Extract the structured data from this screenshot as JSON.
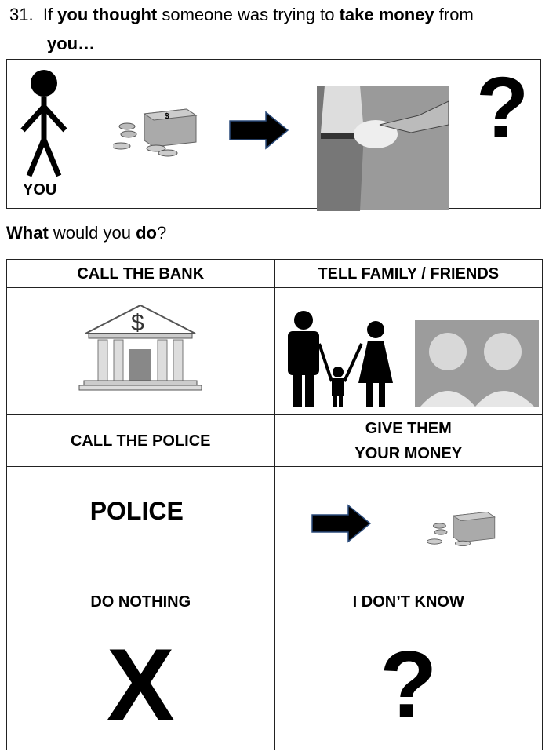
{
  "question": {
    "number": "31.",
    "segments": [
      {
        "text": "If ",
        "bold": false
      },
      {
        "text": "you thought",
        "bold": true
      },
      {
        "text": " someone was trying to ",
        "bold": false
      },
      {
        "text": "take money",
        "bold": true
      },
      {
        "text": " from",
        "bold": false
      }
    ],
    "line2": "you…"
  },
  "scenario": {
    "you_label": "YOU",
    "question_mark": "?"
  },
  "prompt": {
    "bold1": "What",
    "mid": " would you ",
    "bold2": "do",
    "end": "?"
  },
  "options": [
    {
      "label": "CALL THE BANK"
    },
    {
      "label": "TELL FAMILY / FRIENDS"
    },
    {
      "label": "CALL THE POLICE"
    },
    {
      "label": "GIVE THEM  YOUR MONEY"
    },
    {
      "label": "DO NOTHING"
    },
    {
      "label": "I DON’T KNOW"
    }
  ],
  "symbols": {
    "police": "POLICE",
    "x": "X",
    "question": "?",
    "dollar": "$"
  }
}
